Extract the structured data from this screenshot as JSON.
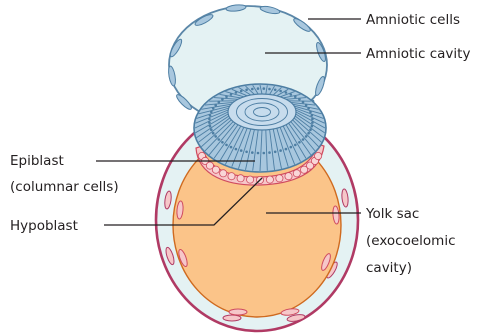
{
  "labels": {
    "amniotic_cells": "Amniotic cells",
    "amniotic_cavity": "Amniotic cavity",
    "epiblast_line1": "Epiblast",
    "epiblast_line2": "(columnar cells)",
    "hypoblast": "Hypoblast",
    "yolk_line1": "Yolk sac",
    "yolk_line2": "(exocoelomic",
    "yolk_line3": "cavity)"
  },
  "colors": {
    "outer_ring": "#b03a64",
    "cavity_fill": "#e4f2f3",
    "amnion_outline": "#5b87a8",
    "epiblast_fill": "#a8c7de",
    "epiblast_stroke": "#4d7ea3",
    "hypoblast_fill": "#f6c7c9",
    "hypoblast_stroke": "#cf4a5e",
    "yolk_fill": "#fbc489",
    "yolk_stroke": "#cf6a1f",
    "leader_line": "#231f20"
  }
}
